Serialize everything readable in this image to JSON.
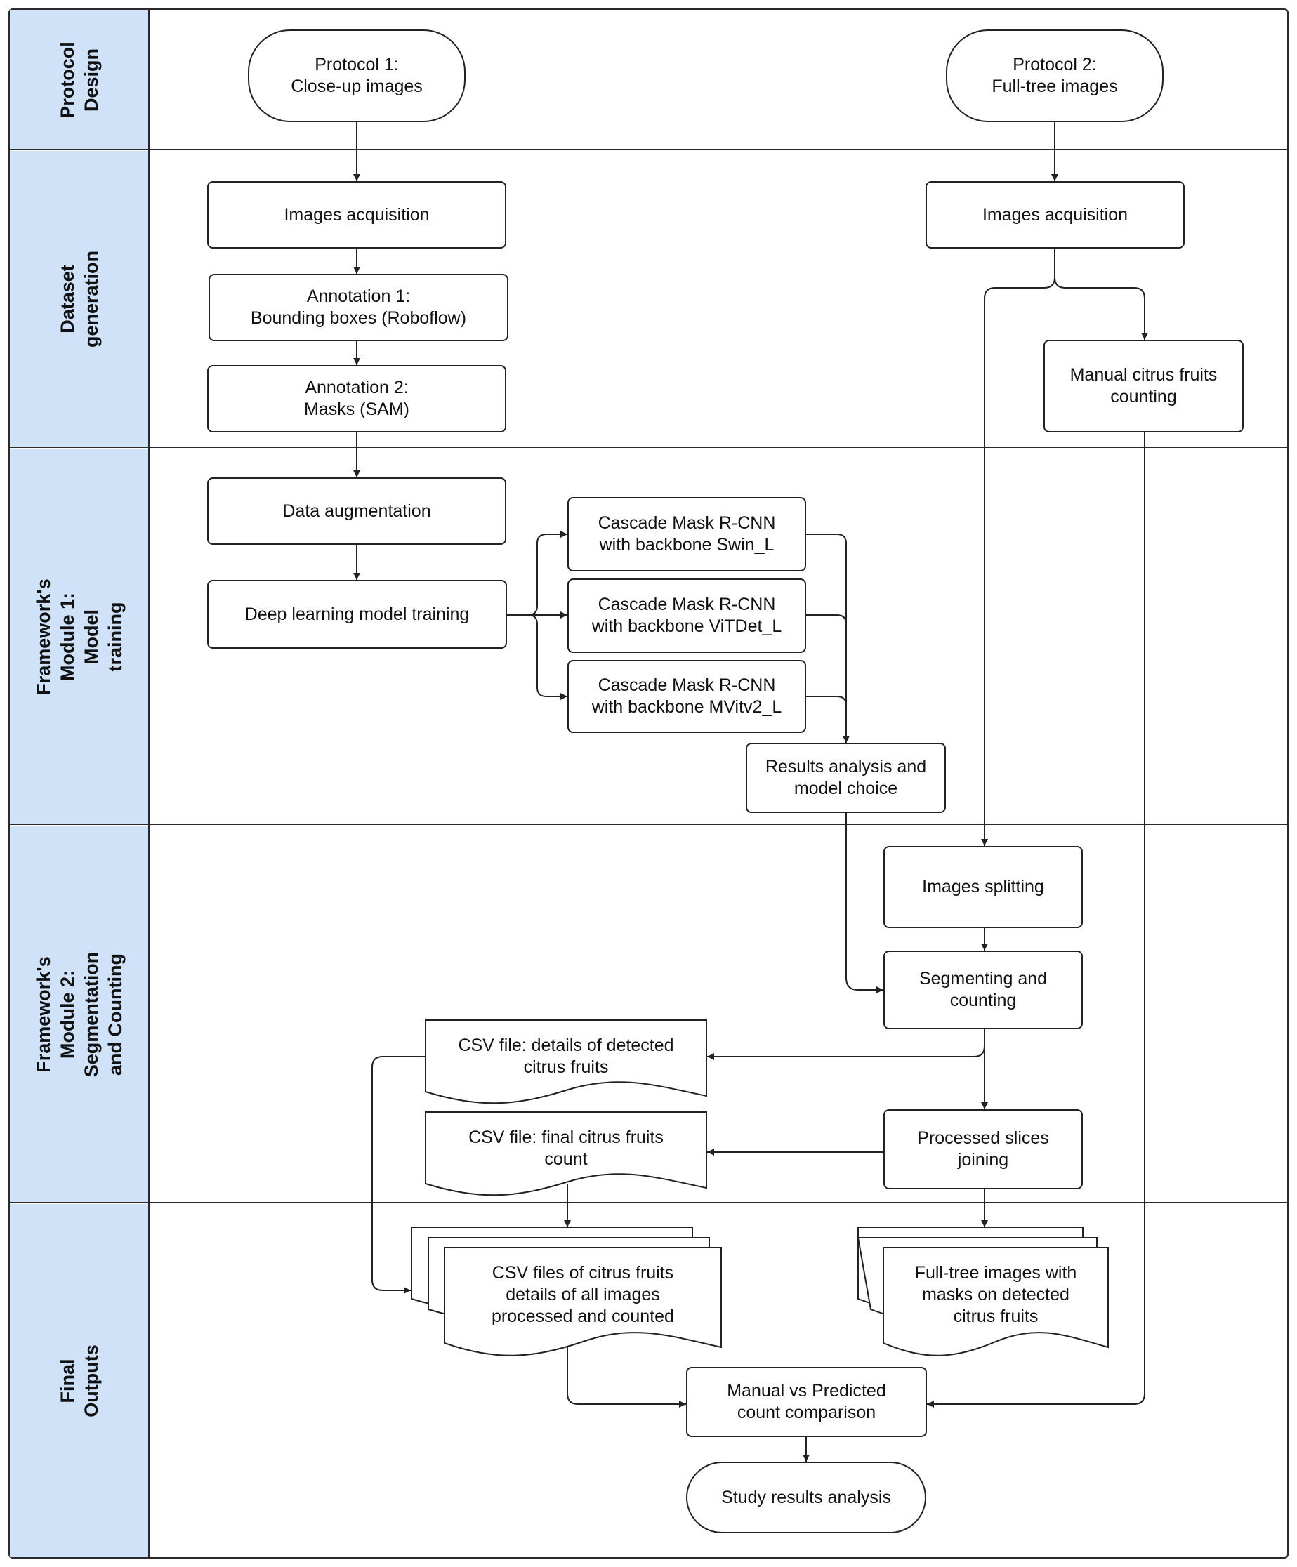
{
  "lanes": {
    "protocol_design": "Protocol\nDesign",
    "dataset_generation": "Dataset generation",
    "module1": "Framework's Module 1: Model\ntraining",
    "module2": "Framework's Module 2: Segmentation\nand Counting",
    "final_outputs": "Final Outputs"
  },
  "nodes": {
    "protocol1": "Protocol 1:\nClose-up images",
    "protocol2": "Protocol 2:\nFull-tree images",
    "acq1": "Images acquisition",
    "acq2": "Images acquisition",
    "annotation1": "Annotation 1:\nBounding boxes (Roboflow)",
    "annotation2": "Annotation 2:\nMasks (SAM)",
    "manual_counting": "Manual citrus fruits\ncounting",
    "data_augmentation": "Data augmentation",
    "dl_training": "Deep learning model training",
    "model_swin": "Cascade Mask R-CNN\nwith backbone Swin_L",
    "model_vitdet": "Cascade Mask R-CNN\nwith backbone ViTDet_L",
    "model_mvit": "Cascade Mask R-CNN\nwith backbone MVitv2_L",
    "results_analysis": "Results analysis and\nmodel choice",
    "images_splitting": "Images splitting",
    "segmenting_counting": "Segmenting and\ncounting",
    "csv_details": "CSV file: details of detected\ncitrus fruits",
    "csv_count": "CSV file: final citrus fruits\ncount",
    "slices_joining": "Processed slices\njoining",
    "csv_all": "CSV files of citrus fruits\ndetails of all images\nprocessed and counted",
    "fulltree_masks": "Full-tree images with\nmasks on detected\ncitrus fruits",
    "comparison": "Manual vs Predicted\ncount comparison",
    "study_results": "Study results analysis"
  },
  "colors": {
    "lane_fill": "#cfe2f8",
    "stroke": "#222222",
    "divider": "#2a2a2a"
  }
}
